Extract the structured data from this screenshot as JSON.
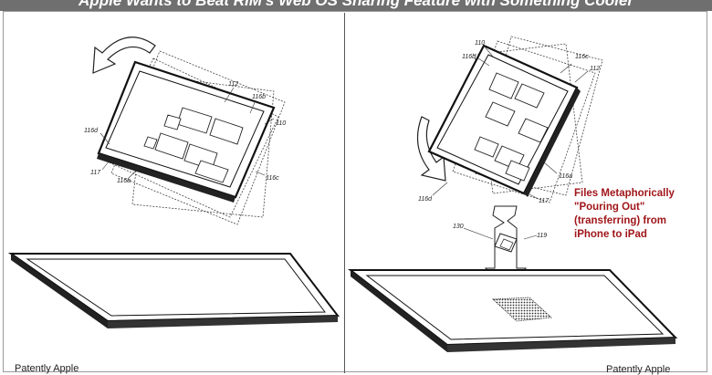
{
  "header": {
    "title": "Apple Wants to Beat RIM's Web OS Sharing Feature with Something Cooler"
  },
  "figure": {
    "left_labels": [
      "112",
      "116b",
      "110",
      "116d",
      "117",
      "116a",
      "116c"
    ],
    "right_labels": [
      "110",
      "116b",
      "116c",
      "112",
      "116d",
      "116a",
      "117",
      "130",
      "119"
    ]
  },
  "annotation": {
    "lines": [
      "Files Metaphorically",
      "\"Pouring Out\"",
      "(transferring) from",
      "iPhone to iPad"
    ],
    "color": "#a0161a"
  },
  "watermarks": {
    "left": "Patently Apple",
    "right": "Patently Apple"
  }
}
